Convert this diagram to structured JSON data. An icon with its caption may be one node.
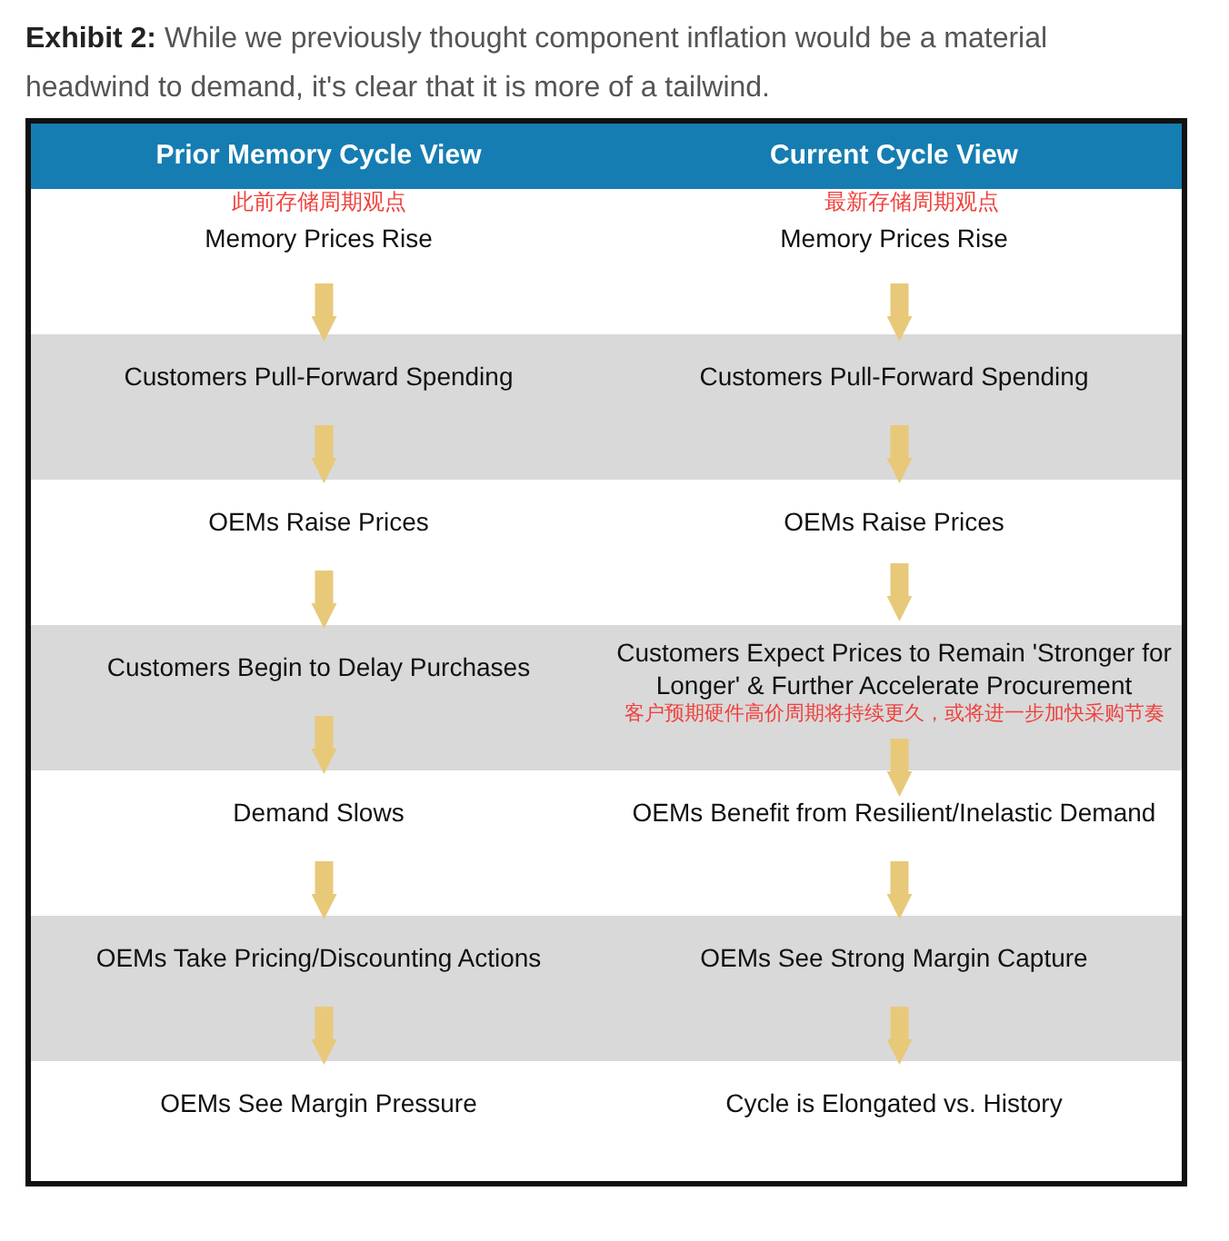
{
  "diagram": {
    "title": "**Exhibit 2:** While we previously thought component inflation would be a material headwind to demand, it's clear that it is more of a tailwind.",
    "nodes": [
      {
        "text": [
          "Prior Memory Cycle View",
          "此前存储周期观点"
        ]
      },
      {
        "text": [
          "Current Cycle View",
          "最新存储周期观点"
        ]
      },
      {
        "text": [
          "Memory Prices Rise"
        ]
      },
      {
        "text": [
          "Memory Prices Rise"
        ]
      },
      {
        "text": [
          "Customers Pull-Forward Spending"
        ]
      },
      {
        "text": [
          "Customers Pull-Forward Spending"
        ]
      },
      {
        "text": [
          "OEMs Raise Prices"
        ]
      },
      {
        "text": [
          "OEMs Raise Prices"
        ]
      },
      {
        "text": [
          "Customers Begin to Delay Purchases"
        ]
      },
      {
        "text": [
          "Customers Expect Prices to Remain 'Stronger for Longer' & Further Accelerate Procurement",
          "客户预期硬件高价周期将持续更久，或将进一步加快采购节奏"
        ]
      },
      {
        "text": [
          "Demand Slows"
        ]
      },
      {
        "text": [
          "OEMs Benefit from Resilient/Inelastic Demand"
        ]
      },
      {
        "text": [
          "OEMs Take Pricing/Discounting Actions"
        ]
      },
      {
        "text": [
          "OEMs See Strong Margin Capture"
        ]
      },
      {
        "text": [
          "OEMs See Margin Pressure"
        ]
      },
      {
        "text": [
          "Cycle is Elongated vs. History"
        ]
      }
    ],
    "edges": [
      {
        "from": 2,
        "to": 4,
        "arrow": "to"
      },
      {
        "from": 4,
        "to": 6,
        "arrow": "to"
      },
      {
        "from": 6,
        "to": 8,
        "arrow": "to"
      },
      {
        "from": 8,
        "to": 10,
        "arrow": "to"
      },
      {
        "from": 10,
        "to": 12,
        "arrow": "to"
      },
      {
        "from": 12,
        "to": 14,
        "arrow": "to"
      },
      {
        "from": 3,
        "to": 5,
        "arrow": "to"
      },
      {
        "from": 5,
        "to": 7,
        "arrow": "to"
      },
      {
        "from": 7,
        "to": 9,
        "arrow": "to"
      },
      {
        "from": 9,
        "to": 11,
        "arrow": "to"
      },
      {
        "from": 11,
        "to": 13,
        "arrow": "to"
      },
      {
        "from": 13,
        "to": 15,
        "arrow": "to"
      }
    ]
  }
}
